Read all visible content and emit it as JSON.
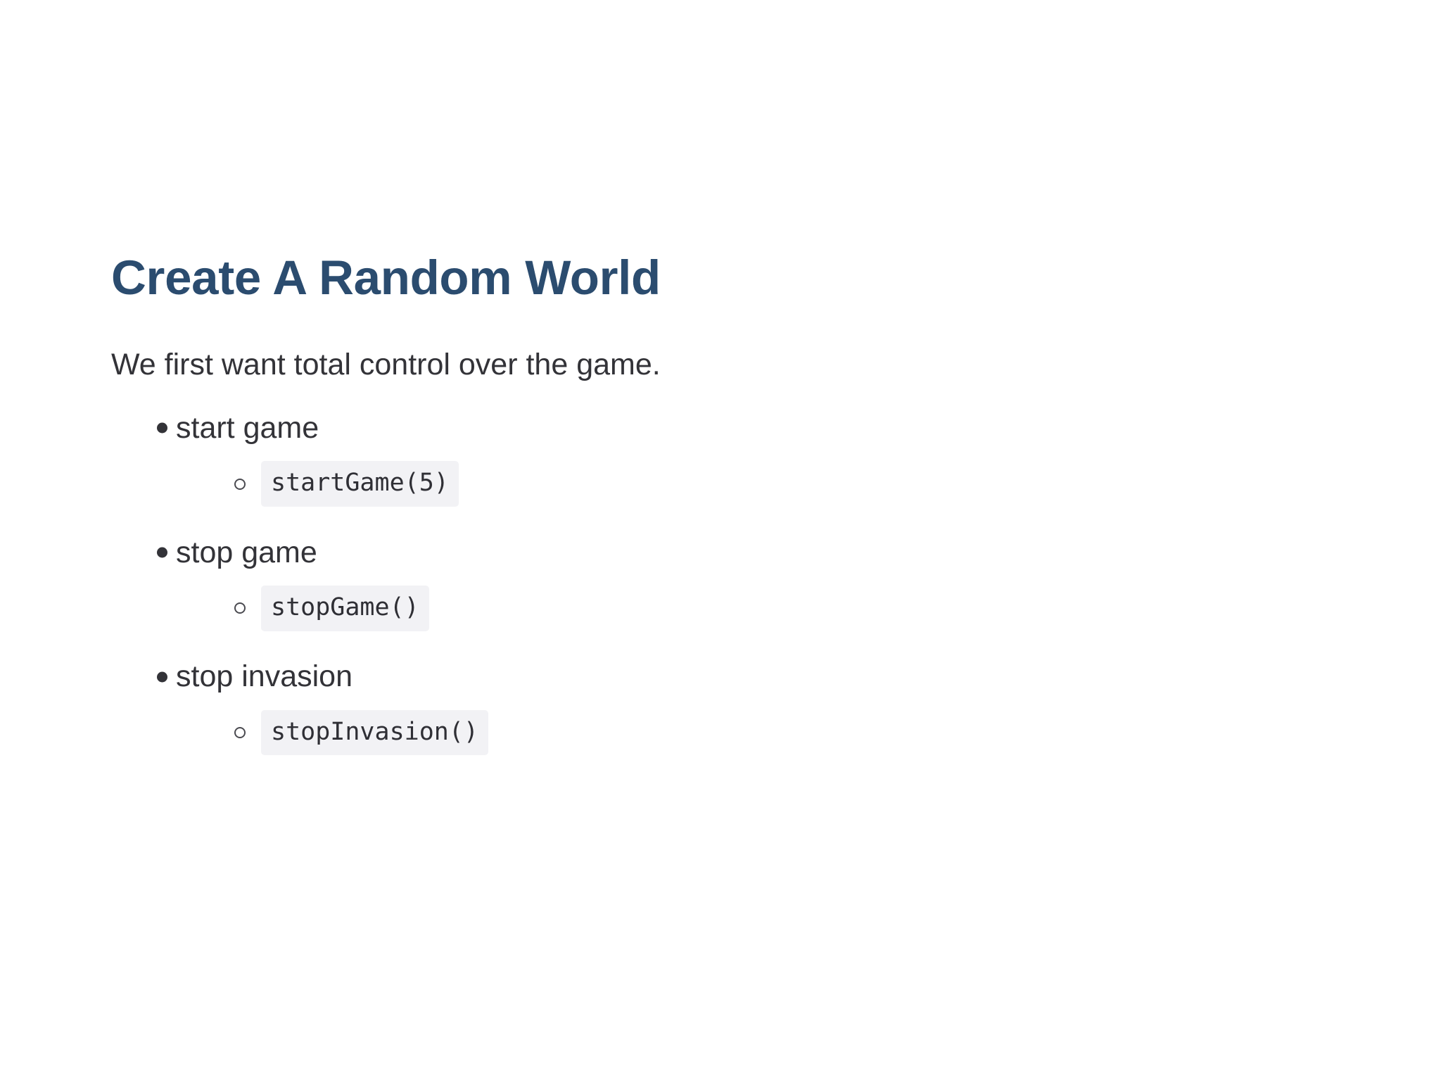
{
  "slide": {
    "title": "Create A Random World",
    "lead": "We first want total control over the game.",
    "bullet_glyph_level1": "disc",
    "bullet_glyph_level2": "circle",
    "items": [
      {
        "label": "start game",
        "sub": [
          {
            "code": "startGame(5)"
          }
        ]
      },
      {
        "label": "stop game",
        "sub": [
          {
            "code": "stopGame()"
          }
        ]
      },
      {
        "label": "stop invasion",
        "sub": [
          {
            "code": "stopInvasion()"
          }
        ]
      }
    ]
  },
  "colors": {
    "title": "#2b4c6f",
    "body_text": "#333338",
    "code_text": "#2f2f35",
    "code_background": "#f2f2f5",
    "page_background": "#ffffff"
  }
}
